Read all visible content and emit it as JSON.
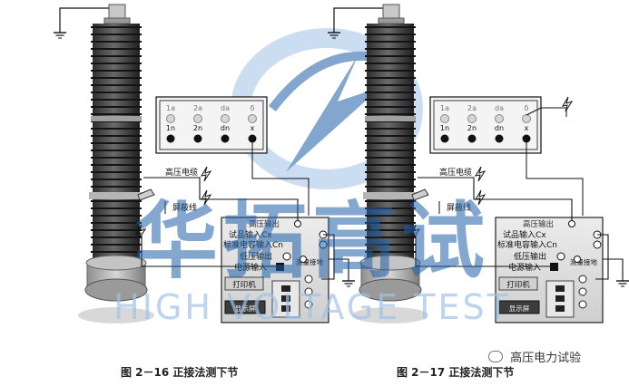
{
  "watermark": {
    "cn_text": "华拓高试",
    "en_text": "HIGH VOLTAGE TEST",
    "badge_text": "高压电力试验",
    "colors": {
      "logo_blue": "#1f5fa8",
      "logo_light": "#9fc2e6"
    }
  },
  "figures": [
    {
      "caption": "图 2－16    正接法测下节",
      "terminal_top": [
        "1a",
        "2a",
        "da",
        "δ"
      ],
      "terminal_bottom": [
        "1n",
        "2n",
        "dn",
        "x"
      ],
      "hv_cable_label": "高压电缆",
      "shield_label": "屏蔽线",
      "instrument": {
        "hv_output": "高压输出",
        "sample_input": "试品输入Cx",
        "std_cap_input": "标准电容输入Cn",
        "lv_output": "低压输出",
        "power_input": "电源输入",
        "ground_label": "测量接地",
        "printer": "打印机",
        "display": "显示屏"
      }
    },
    {
      "caption": "图 2－17    正接法测下节",
      "terminal_top": [
        "1a",
        "2a",
        "da",
        "δ"
      ],
      "terminal_bottom": [
        "1n",
        "2n",
        "dn",
        "x"
      ],
      "hv_cable_label": "高压电缆",
      "shield_label": "屏蔽线",
      "instrument": {
        "hv_output": "高压输出",
        "sample_input": "试品输入Cx",
        "std_cap_input": "标准电容输入Cn",
        "lv_output": "低压输出",
        "power_input": "电源输入",
        "ground_label": "测量接地",
        "printer": "打印机",
        "display": "显示屏"
      }
    }
  ]
}
